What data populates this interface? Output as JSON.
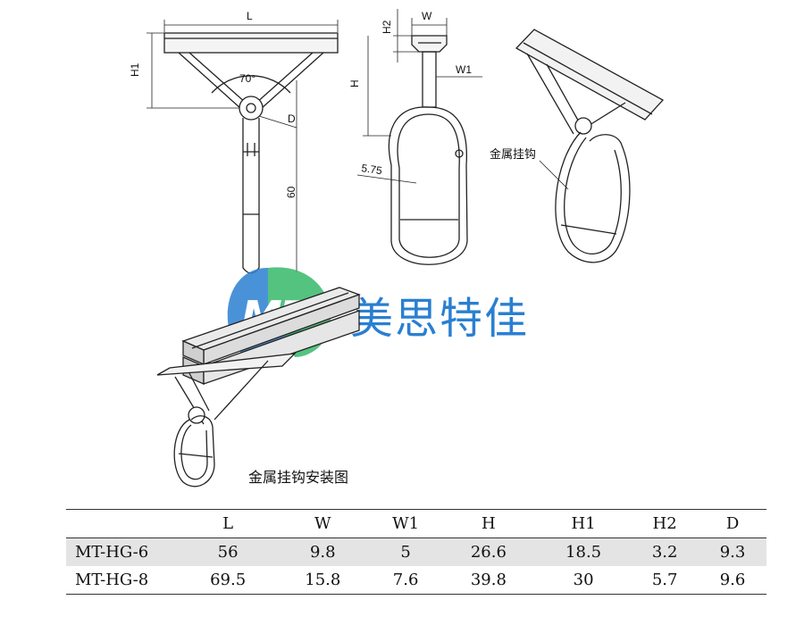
{
  "drawing": {
    "front_view": {
      "dim_L": "L",
      "dim_H1": "H1",
      "angle": "70°",
      "dim_D": "D",
      "length": "60"
    },
    "side_view": {
      "dim_H2": "H2",
      "dim_W": "W",
      "dim_W1": "W1",
      "dim_H": "H",
      "wire": "5.75"
    },
    "perspective_view": {
      "label": "金属挂钩"
    }
  },
  "brand": {
    "logo_letters": "MT",
    "name": "美思特佳",
    "color": "#2a7fd1",
    "accent": "#36b86a"
  },
  "install_caption": "金属挂钩安装图",
  "spec_table": {
    "headers": [
      "",
      "L",
      "W",
      "W1",
      "H",
      "H1",
      "H2",
      "D"
    ],
    "rows": [
      [
        "MT-HG-6",
        "56",
        "9.8",
        "5",
        "26.6",
        "18.5",
        "3.2",
        "9.3"
      ],
      [
        "MT-HG-8",
        "69.5",
        "15.8",
        "7.6",
        "39.8",
        "30",
        "5.7",
        "9.6"
      ]
    ]
  }
}
